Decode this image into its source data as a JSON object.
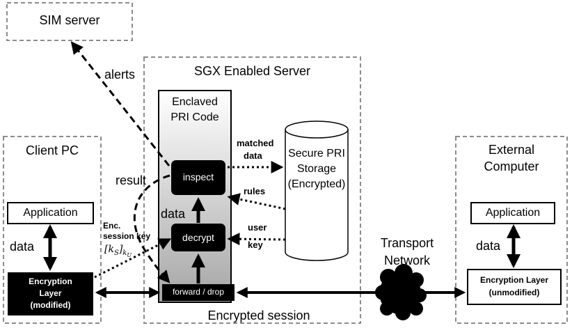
{
  "colors": {
    "ink": "#000000",
    "dashed_border": "#8c8c8c",
    "enclave_gradient_top": "#ffffff",
    "enclave_gradient_bottom": "#a6a6a6",
    "box_fill": "#000000",
    "box_text": "#ffffff"
  },
  "containers": {
    "sim_server": "SIM server",
    "sgx_server": "SGX Enabled Server",
    "client_pc": "Client PC",
    "external_computer_line1": "External",
    "external_computer_line2": "Computer"
  },
  "enclave": {
    "title_line1": "Enclaved",
    "title_line2": "PRI Code",
    "inspect": "inspect",
    "decrypt": "decrypt",
    "forward_drop": "forward / drop"
  },
  "storage": {
    "line1": "Secure PRI",
    "line2": "Storage",
    "line3": "(Encrypted)"
  },
  "client": {
    "application": "Application",
    "enc_line1": "Encryption",
    "enc_line2": "Layer",
    "enc_line3": "(modified)"
  },
  "external": {
    "application": "Application",
    "enc_line1": "Encryption Layer",
    "enc_line2": "(unmodified)"
  },
  "labels": {
    "alerts": "alerts",
    "result": "result",
    "data_client": "data",
    "data_enclave": "data",
    "data_external": "data",
    "matched_line1": "matched",
    "matched_line2": "data",
    "rules": "rules",
    "user_key_line1": "user",
    "user_key_line2": "key",
    "enc_session_line1": "Enc.",
    "enc_session_line2": "session key",
    "session_key_formula": "[k",
    "session_key_sub_s": "S",
    "session_key_mid": "]",
    "session_key_sub_ku": "k",
    "session_key_sub_u": "U",
    "transport_line1": "Transport",
    "transport_line2": "Network",
    "encrypted_session": "Encrypted session"
  }
}
